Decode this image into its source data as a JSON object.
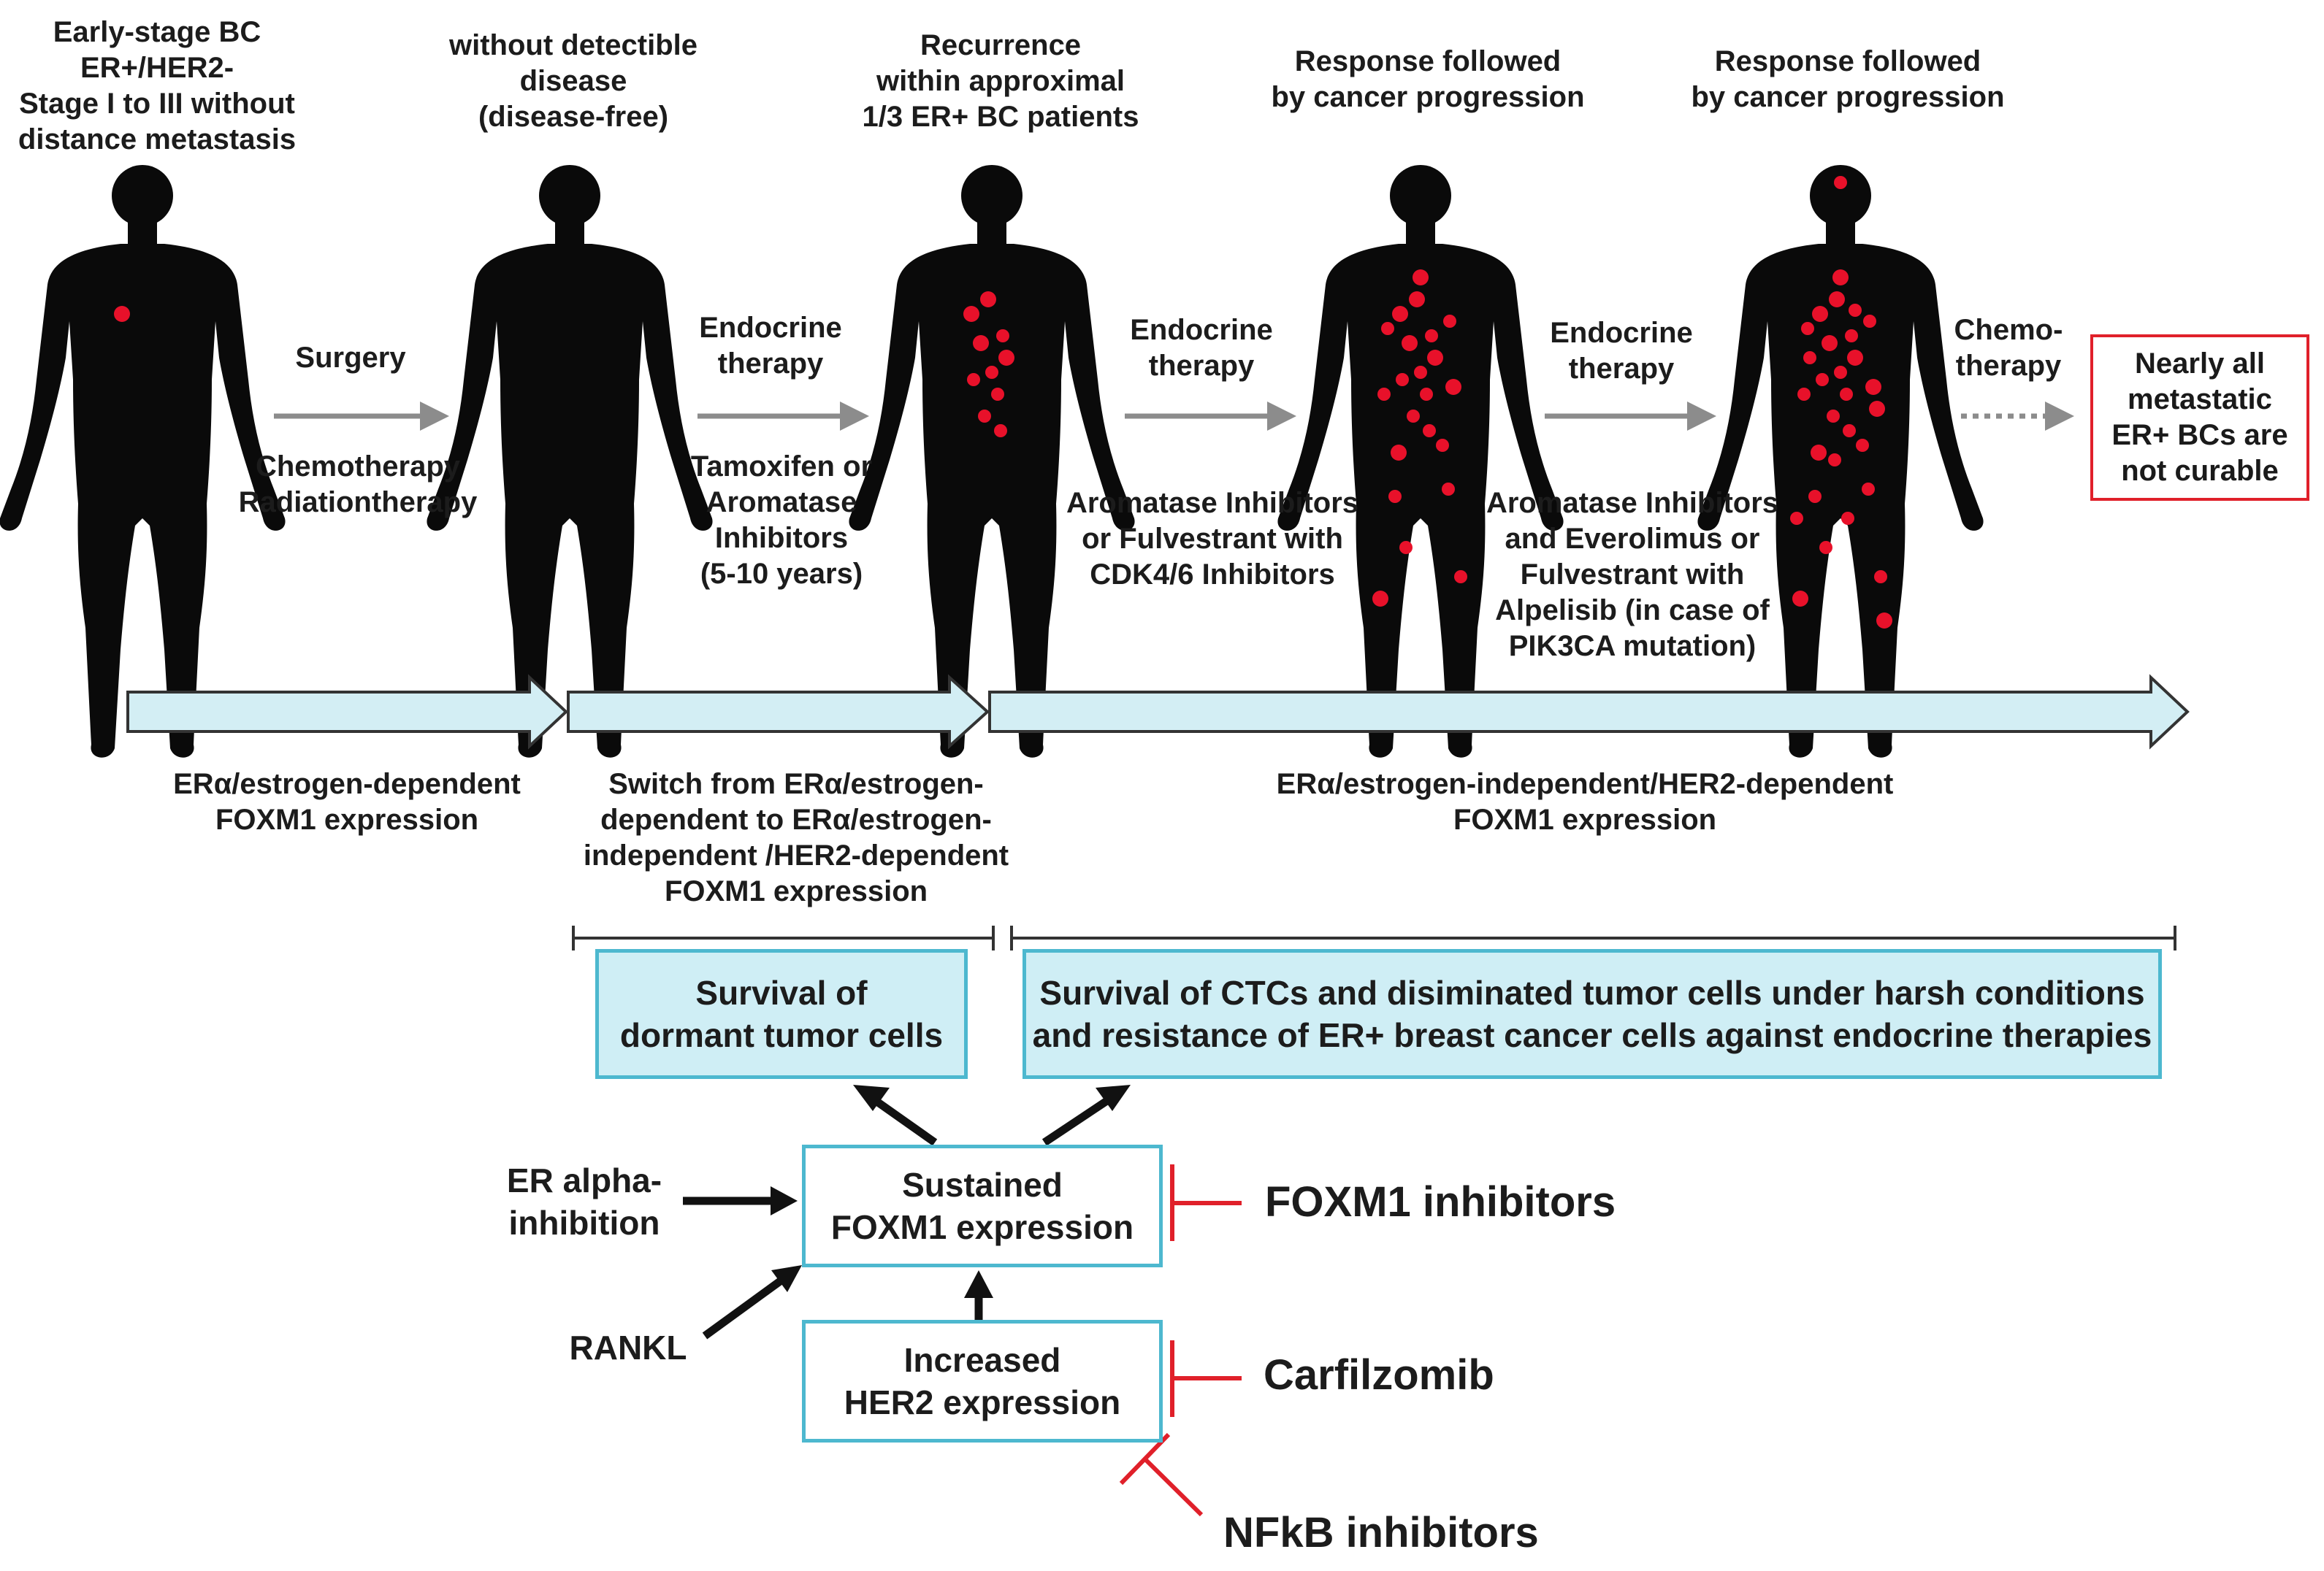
{
  "stages": [
    {
      "caption": "Early-stage BC\nER+/HER2-\nStage I to III without\ndistance metastasis",
      "red_dots": 1
    },
    {
      "caption": "without detectible\ndisease\n(disease-free)",
      "red_dots": 0
    },
    {
      "caption": "Recurrence\nwithin approximal\n1/3 ER+ BC patients",
      "red_dots": 10
    },
    {
      "caption": "Response followed\nby cancer progression",
      "red_dots": 22
    },
    {
      "caption": "Response followed\nby cancer progression",
      "red_dots": 30
    }
  ],
  "transitions": [
    {
      "above": "Surgery",
      "below": "Chemotherapy\nRadiationtherapy",
      "style": "solid"
    },
    {
      "above": "Endocrine\ntherapy",
      "below": "Tamoxifen or\nAromatase\nInhibitors\n(5-10 years)",
      "style": "solid"
    },
    {
      "above": "Endocrine\ntherapy",
      "below": "Aromatase Inhibitors\nor Fulvestrant with\nCDK4/6 Inhibitors",
      "style": "solid"
    },
    {
      "above": "Endocrine\ntherapy",
      "below": "Aromatase Inhibitors\nand Everolimus or\nFulvestrant with\nAlpelisib (in case of\nPIK3CA mutation)",
      "style": "solid"
    },
    {
      "above": "Chemo-\ntherapy",
      "below": "",
      "style": "dotted"
    }
  ],
  "outcome_box": "Nearly all\nmetastatic\nER+ BCs are\nnot curable",
  "phases": [
    {
      "label": "ERα/estrogen-dependent\nFOXM1 expression"
    },
    {
      "label": "Switch from ERα/estrogen-\ndependent to ERα/estrogen-\nindependent /HER2-dependent\nFOXM1 expression"
    },
    {
      "label": "ERα/estrogen-independent/HER2-dependent\nFOXM1 expression"
    }
  ],
  "survival_boxes": {
    "dormant": "Survival of\ndormant tumor cells",
    "ctc": "Survival of CTCs and disiminated tumor cells under harsh conditions\nand resistance of ER+ breast cancer cells against endocrine therapies"
  },
  "mechanism": {
    "foxm1_box": "Sustained\nFOXM1 expression",
    "her2_box": "Increased\nHER2 expression",
    "er_inhibition": "ER alpha-\ninhibition",
    "rankl": "RANKL",
    "foxm1_inhibitors": "FOXM1 inhibitors",
    "carfilzomib": "Carfilzomib",
    "nfkb_inhibitors": "NFkB inhibitors"
  },
  "colors": {
    "body": "#0a0a0a",
    "tumor": "#e8112a",
    "phase_arrow_fill": "#d3eef4",
    "box_border": "#4db8cf",
    "box_fill": "#cfeef5",
    "therapy_arrow": "#8c8c8c",
    "inhibitor": "#e0202a",
    "outcome_border": "#e0202a"
  }
}
